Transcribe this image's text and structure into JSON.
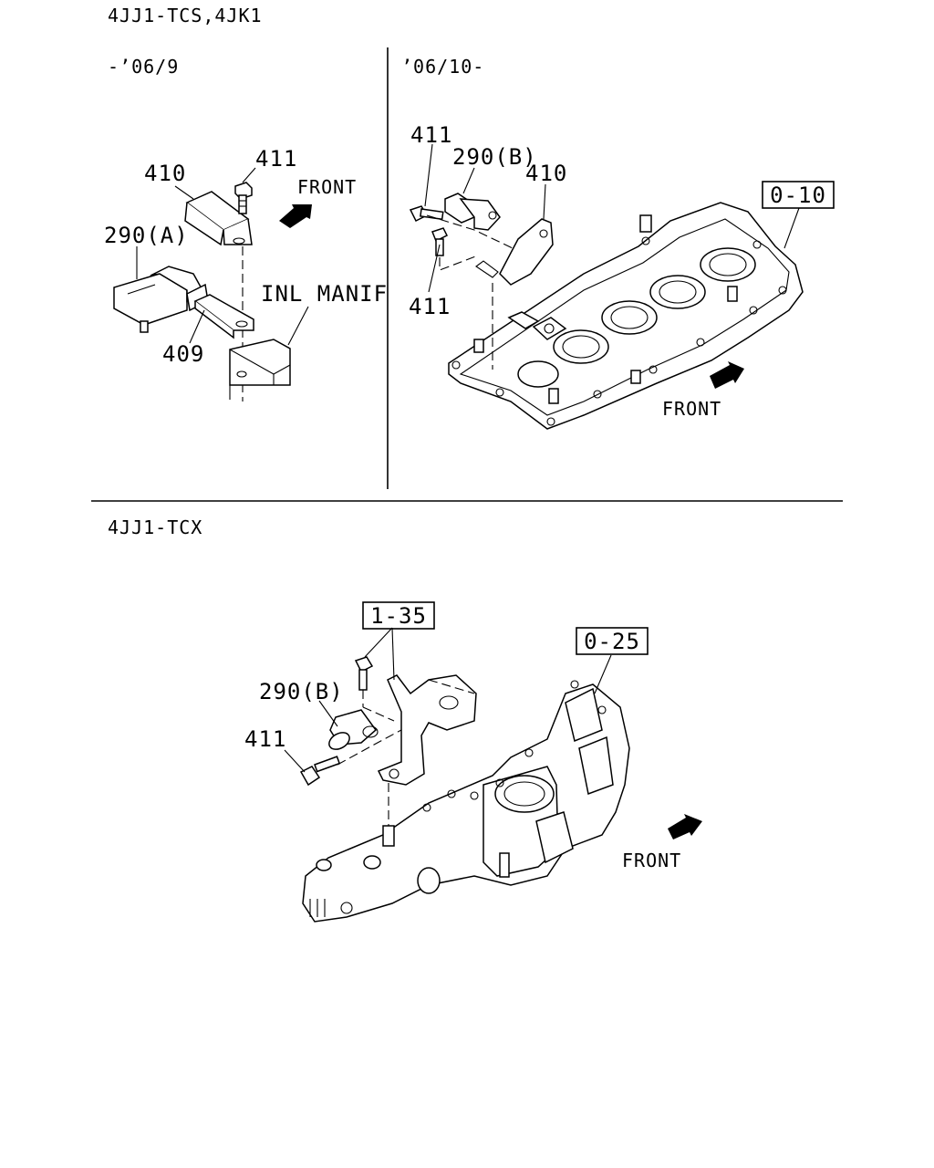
{
  "headers": {
    "top": "4JJ1-TCS,4JK1",
    "early": "-’06/9",
    "late": "’06/10-",
    "bottom": "4JJ1-TCX"
  },
  "early_panel": {
    "labels": {
      "bracket": "410",
      "bolt": "411",
      "sensor": "290(A)",
      "plate": "409",
      "manifold": "INL MANIF",
      "front": "FRONT"
    }
  },
  "late_panel": {
    "labels": {
      "bolt_upper": "411",
      "sensor": "290(B)",
      "bracket": "410",
      "bolt_lower": "411",
      "front": "FRONT"
    },
    "ref_box": "0-10"
  },
  "bottom_panel": {
    "labels": {
      "sensor": "290(B)",
      "bolt": "411",
      "front": "FRONT"
    },
    "ref_box_bracket": "1-35",
    "ref_box_manifold": "0-25"
  },
  "icons": [
    "front-arrow-icon",
    "front-arrow-icon",
    "front-arrow-icon"
  ]
}
